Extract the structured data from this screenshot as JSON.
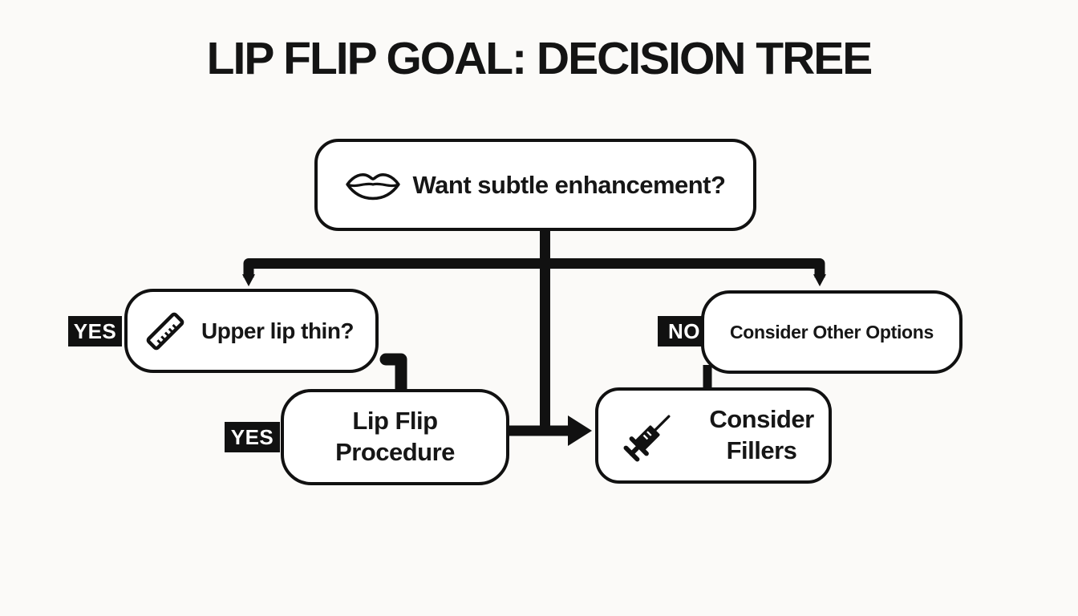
{
  "title": "LIP FLIP GOAL: DECISION TREE",
  "colors": {
    "ink": "#111111",
    "background": "#fbfaf8",
    "box_fill": "#ffffff",
    "badge_background": "#111111",
    "badge_text": "#ffffff"
  },
  "nodes": {
    "root": {
      "label": "Want subtle enhancement?",
      "icon": "lips-icon"
    },
    "upper_lip_thin": {
      "label": "Upper lip thin?",
      "icon": "ruler-icon"
    },
    "consider_other_options": {
      "label": "Consider Other Options"
    },
    "lip_flip_procedure": {
      "label": "Lip Flip\nProcedure"
    },
    "consider_fillers": {
      "label": "Consider\nFillers",
      "icon": "syringe-icon"
    }
  },
  "badges": {
    "yes_left": "YES",
    "no_right": "NO",
    "yes_lower": "YES"
  }
}
